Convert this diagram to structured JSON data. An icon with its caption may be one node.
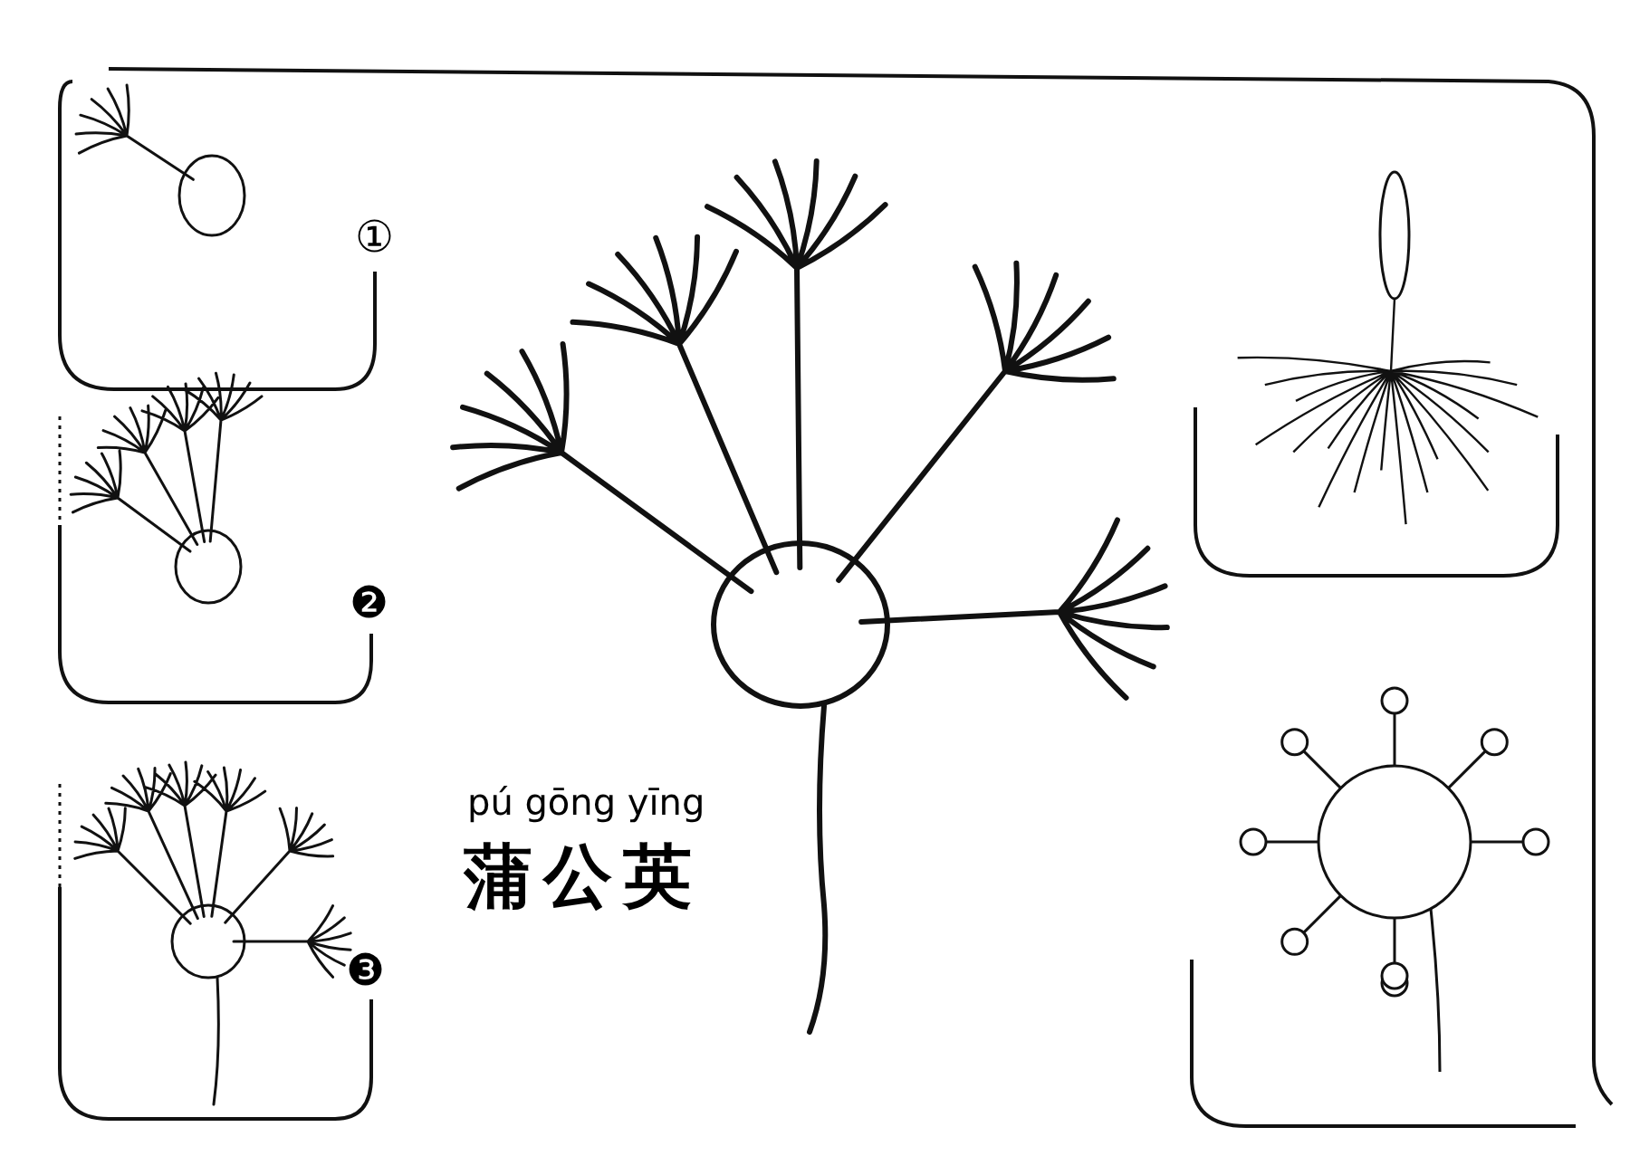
{
  "diagram": {
    "labels": [
      "①",
      "❷",
      "❸",
      "pú gōng yīng",
      "蒲公英"
    ]
  }
}
